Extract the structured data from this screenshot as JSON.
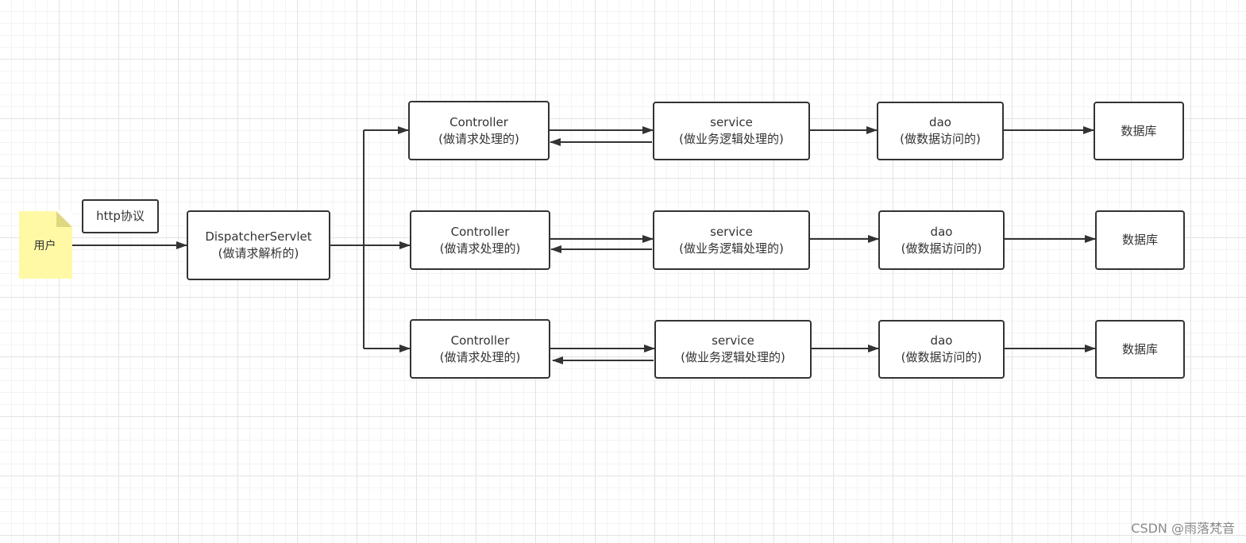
{
  "user": {
    "label": "用户"
  },
  "protocol": {
    "label": "http协议"
  },
  "dispatcher": {
    "title": "DispatcherServlet",
    "subtitle": "(做请求解析的)"
  },
  "rows": [
    {
      "controller": {
        "title": "Controller",
        "subtitle": "(做请求处理的)"
      },
      "service": {
        "title": "service",
        "subtitle": "(做业务逻辑处理的)"
      },
      "dao": {
        "title": "dao",
        "subtitle": "(做数据访问的)"
      },
      "db": {
        "label": "数据库"
      }
    },
    {
      "controller": {
        "title": "Controller",
        "subtitle": "(做请求处理的)"
      },
      "service": {
        "title": "service",
        "subtitle": "(做业务逻辑处理的)"
      },
      "dao": {
        "title": "dao",
        "subtitle": "(做数据访问的)"
      },
      "db": {
        "label": "数据库"
      }
    },
    {
      "controller": {
        "title": "Controller",
        "subtitle": "(做请求处理的)"
      },
      "service": {
        "title": "service",
        "subtitle": "(做业务逻辑处理的)"
      },
      "dao": {
        "title": "dao",
        "subtitle": "(做数据访问的)"
      },
      "db": {
        "label": "数据库"
      }
    }
  ],
  "watermark": "CSDN @雨落梵音",
  "colors": {
    "stroke": "#333333",
    "note": "#fff9a6",
    "grid": "#e3e3e3"
  }
}
